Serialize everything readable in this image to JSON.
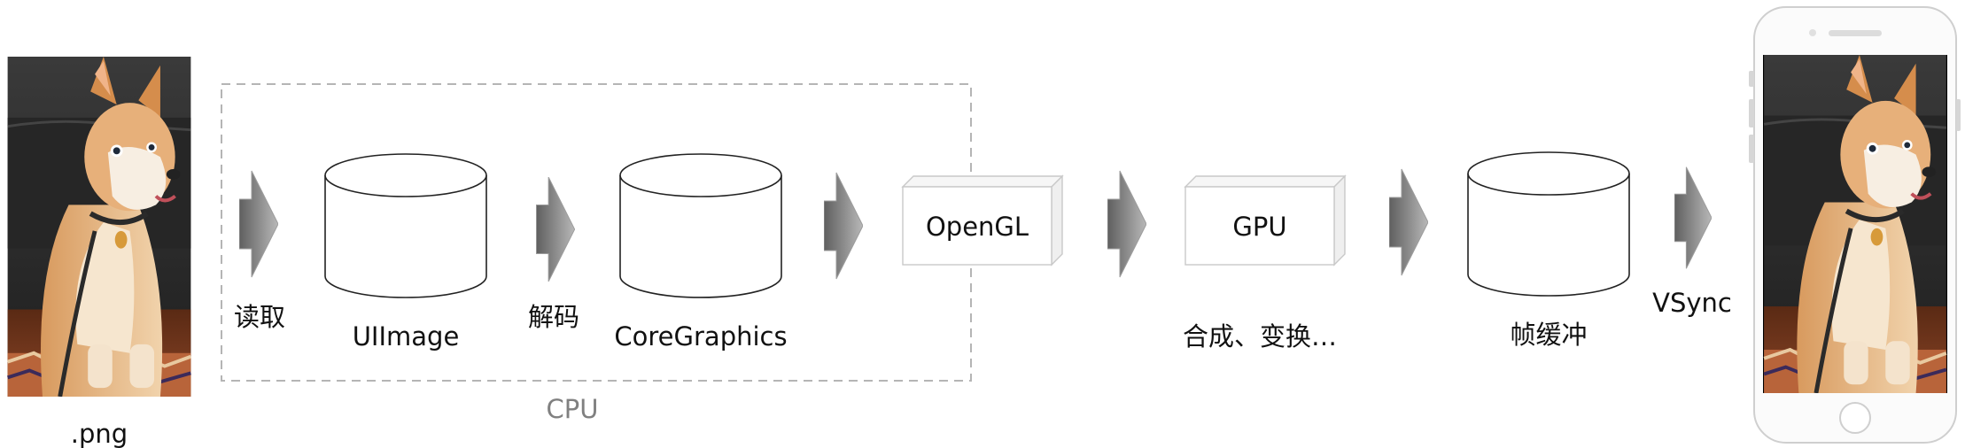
{
  "source": {
    "label": ".png"
  },
  "cpu_group": {
    "label": "CPU"
  },
  "steps": {
    "read": "读取",
    "decode": "解码",
    "vsync": "VSync"
  },
  "nodes": {
    "uiimage": "UIImage",
    "coregraphics": "CoreGraphics",
    "opengl": "OpenGL",
    "gpu": "GPU",
    "compose": "合成、变换…",
    "framebuffer": "帧缓冲"
  },
  "colors": {
    "arrow_dark": "#5f5f5f",
    "arrow_light": "#b8b8b8",
    "dashed_border": "#b5b5b5",
    "box_border": "#c9c9c9",
    "phone_border": "#cfcfcf"
  }
}
